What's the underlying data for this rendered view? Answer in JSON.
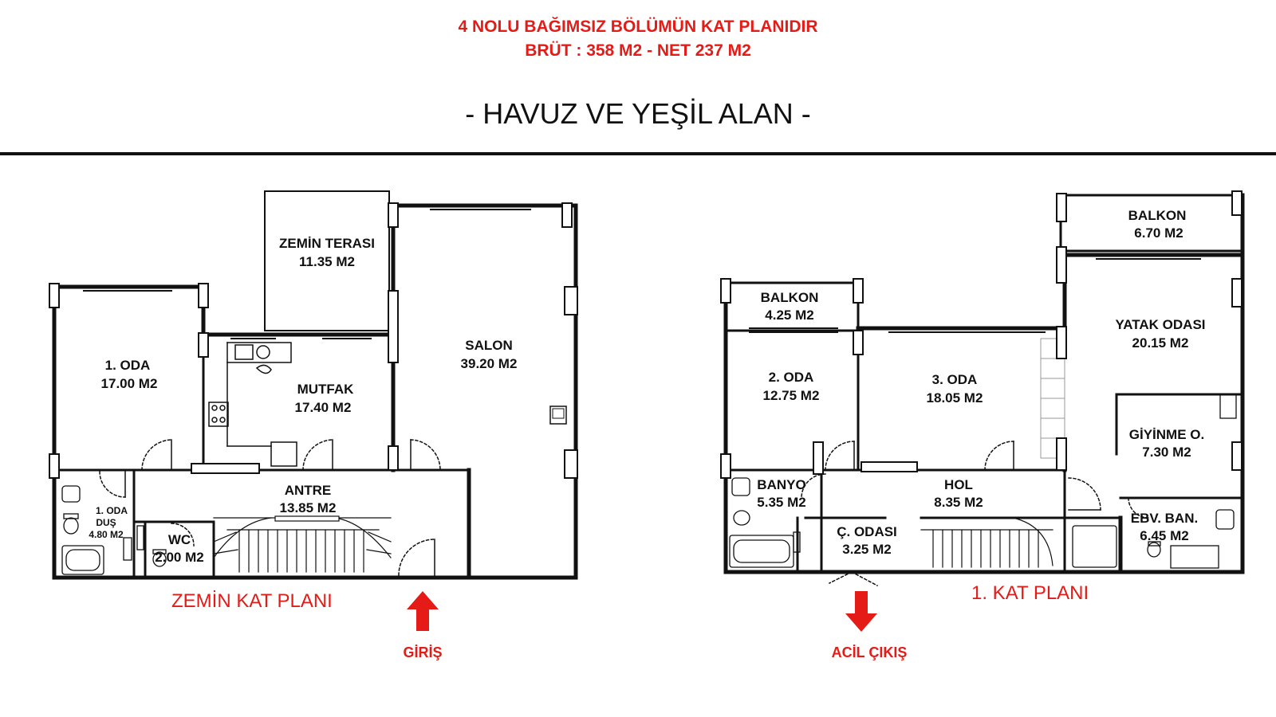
{
  "header": {
    "line1": "4 NOLU BAĞIMSIZ BÖLÜMÜN KAT PLANIDIR",
    "line2": "BRÜT : 358 M2 - NET 237 M2",
    "subtitle": "- HAVUZ VE YEŞİL ALAN -"
  },
  "ground_floor": {
    "label": "ZEMİN KAT PLANI",
    "entrance": "GİRİŞ",
    "rooms": [
      {
        "name": "ZEMİN TERASI",
        "area": "11.35 M2"
      },
      {
        "name": "SALON",
        "area": "39.20 M2"
      },
      {
        "name": "1. ODA",
        "area": "17.00 M2"
      },
      {
        "name": "MUTFAK",
        "area": "17.40 M2"
      },
      {
        "name": "ANTRE",
        "area": "13.85 M2"
      },
      {
        "name": "1. ODA",
        "name2": "DUŞ",
        "area": "4.80 M2"
      },
      {
        "name": "WC",
        "area": "2.00 M2"
      }
    ]
  },
  "first_floor": {
    "label": "1. KAT PLANI",
    "exit": "ACİL ÇIKIŞ",
    "rooms": [
      {
        "name": "BALKON",
        "area": "6.70 M2"
      },
      {
        "name": "BALKON",
        "area": "4.25 M2"
      },
      {
        "name": "YATAK ODASI",
        "area": "20.15 M2"
      },
      {
        "name": "2. ODA",
        "area": "12.75 M2"
      },
      {
        "name": "3. ODA",
        "area": "18.05 M2"
      },
      {
        "name": "GİYİNME O.",
        "area": "7.30 M2"
      },
      {
        "name": "BANYO",
        "area": "5.35 M2"
      },
      {
        "name": "HOL",
        "area": "8.35 M2"
      },
      {
        "name": "Ç. ODASI",
        "area": "3.25 M2"
      },
      {
        "name": "EBV. BAN.",
        "area": "6.45 M2"
      }
    ]
  },
  "colors": {
    "accent": "#e41b17",
    "wall": "#111111"
  }
}
